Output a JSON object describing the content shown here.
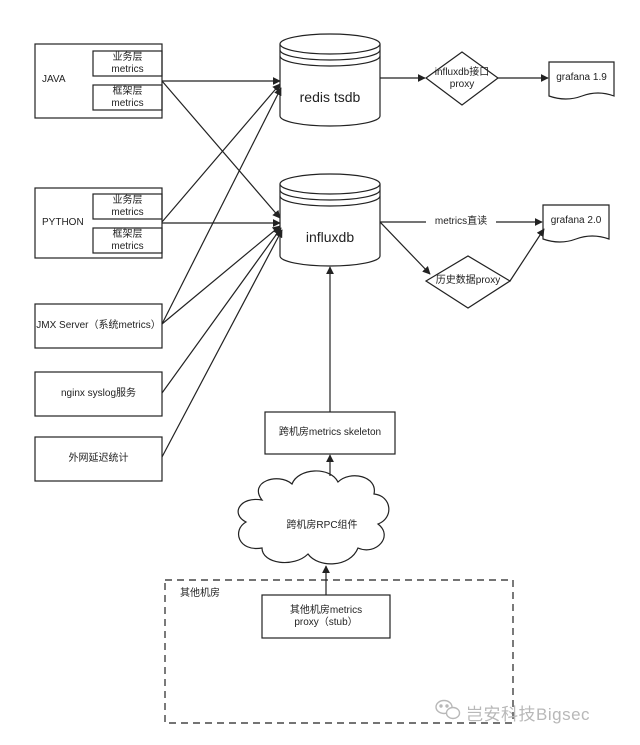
{
  "sources": {
    "java": {
      "title": "JAVA",
      "biz_layer": [
        "业务层",
        "metrics"
      ],
      "fw_layer": [
        "框架层",
        "metrics"
      ]
    },
    "python": {
      "title": "PYTHON",
      "biz_layer": [
        "业务层",
        "metrics"
      ],
      "fw_layer": [
        "框架层",
        "metrics"
      ]
    },
    "jmx": "JMX Server（系统metrics）",
    "nginx": "nginx syslog服务",
    "latency": "外网延迟统计"
  },
  "stores": {
    "redis": "redis tsdb",
    "influx": "influxdb"
  },
  "proxies": {
    "influx_api": [
      "influxdb接口",
      "proxy"
    ],
    "history": "历史数据proxy"
  },
  "dashboards": {
    "g19": "grafana 1.9",
    "g20": "grafana 2.0"
  },
  "edges": {
    "direct_read": "metrics直读"
  },
  "cross_dc": {
    "skeleton": "跨机房metrics skeleton",
    "rpc": "跨机房RPC组件",
    "region_title": "其他机房",
    "stub": [
      "其他机房metrics",
      "proxy（stub）"
    ]
  },
  "watermark": "岂安科技Bigsec"
}
